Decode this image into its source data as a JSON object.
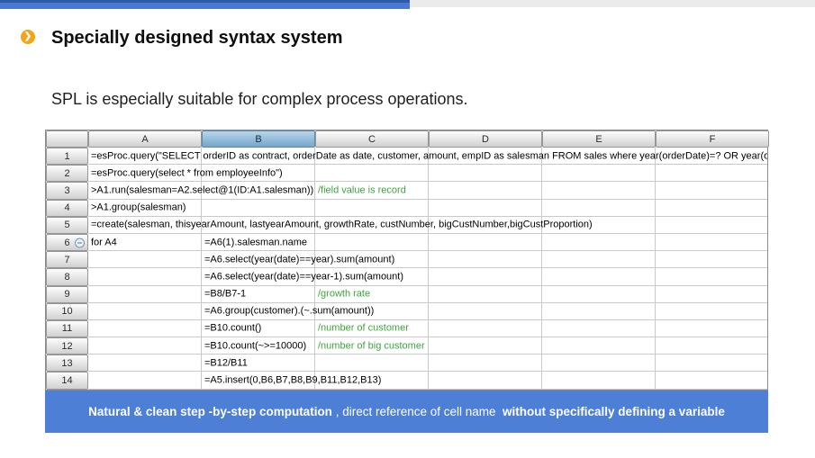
{
  "page": {
    "title": "Specially designed syntax system",
    "subtitle": "SPL is especially suitable for complex process operations."
  },
  "icons": {
    "title_bullet": "❯",
    "row6_collapse": "collapse-minus"
  },
  "colors": {
    "top_bar_blue": "#4a79d2",
    "top_bar_gray": "#ebebeb",
    "bullet_orange": "#f2a51c",
    "selected_column_header": "#74a6ca",
    "comment_green": "#3fa33f",
    "banner_blue": "#4d7fd6"
  },
  "spreadsheet": {
    "columns": [
      "A",
      "B",
      "C",
      "D",
      "E",
      "F"
    ],
    "selected_column": "B",
    "rows": [
      {
        "num": "1",
        "a": "=esProc.query(\"SELECT orderID as contract, orderDate as date, customer, amount, empID as salesman FROM sales where year(orderDate)=? OR year(orderDate)",
        "b": "",
        "c": ""
      },
      {
        "num": "2",
        "a": "=esProc.query(select * from employeeInfo\")",
        "b": "",
        "c": ""
      },
      {
        "num": "3",
        "a": ">A1.run(salesman=A2.select@1(ID:A1.salesman))",
        "b": "",
        "c": "/field value is record"
      },
      {
        "num": "4",
        "a": ">A1.group(salesman)",
        "b": "",
        "c": ""
      },
      {
        "num": "5",
        "a": "=create(salesman, thisyearAmount, lastyearAmount, growthRate, custNumber, bigCustNumber,bigCustProportion)",
        "b": "",
        "c": ""
      },
      {
        "num": "6",
        "a": "for A4",
        "b": "=A6(1).salesman.name",
        "c": "",
        "collapsed": true
      },
      {
        "num": "7",
        "a": "",
        "b": "=A6.select(year(date)==year).sum(amount)",
        "c": ""
      },
      {
        "num": "8",
        "a": "",
        "b": "=A6.select(year(date)==year-1).sum(amount)",
        "c": ""
      },
      {
        "num": "9",
        "a": "",
        "b": "=B8/B7-1",
        "c": "/growth rate"
      },
      {
        "num": "10",
        "a": "",
        "b": "=A6.group(customer).(~.sum(amount))",
        "c": ""
      },
      {
        "num": "11",
        "a": "",
        "b": "=B10.count()",
        "c": "/number of customer"
      },
      {
        "num": "12",
        "a": "",
        "b": "=B10.count(~>=10000)",
        "c": "/number of big customer"
      },
      {
        "num": "13",
        "a": "",
        "b": "=B12/B11",
        "c": ""
      },
      {
        "num": "14",
        "a": "",
        "b": "=A5.insert(0,B6,B7,B8,B9,B11,B12,B13)",
        "c": ""
      }
    ]
  },
  "banner": {
    "segment_bold_1": "Natural & clean step -by-step computation",
    "segment_regular": " , direct reference of cell name ",
    "segment_bold_2": " without specifically defining a variable"
  }
}
